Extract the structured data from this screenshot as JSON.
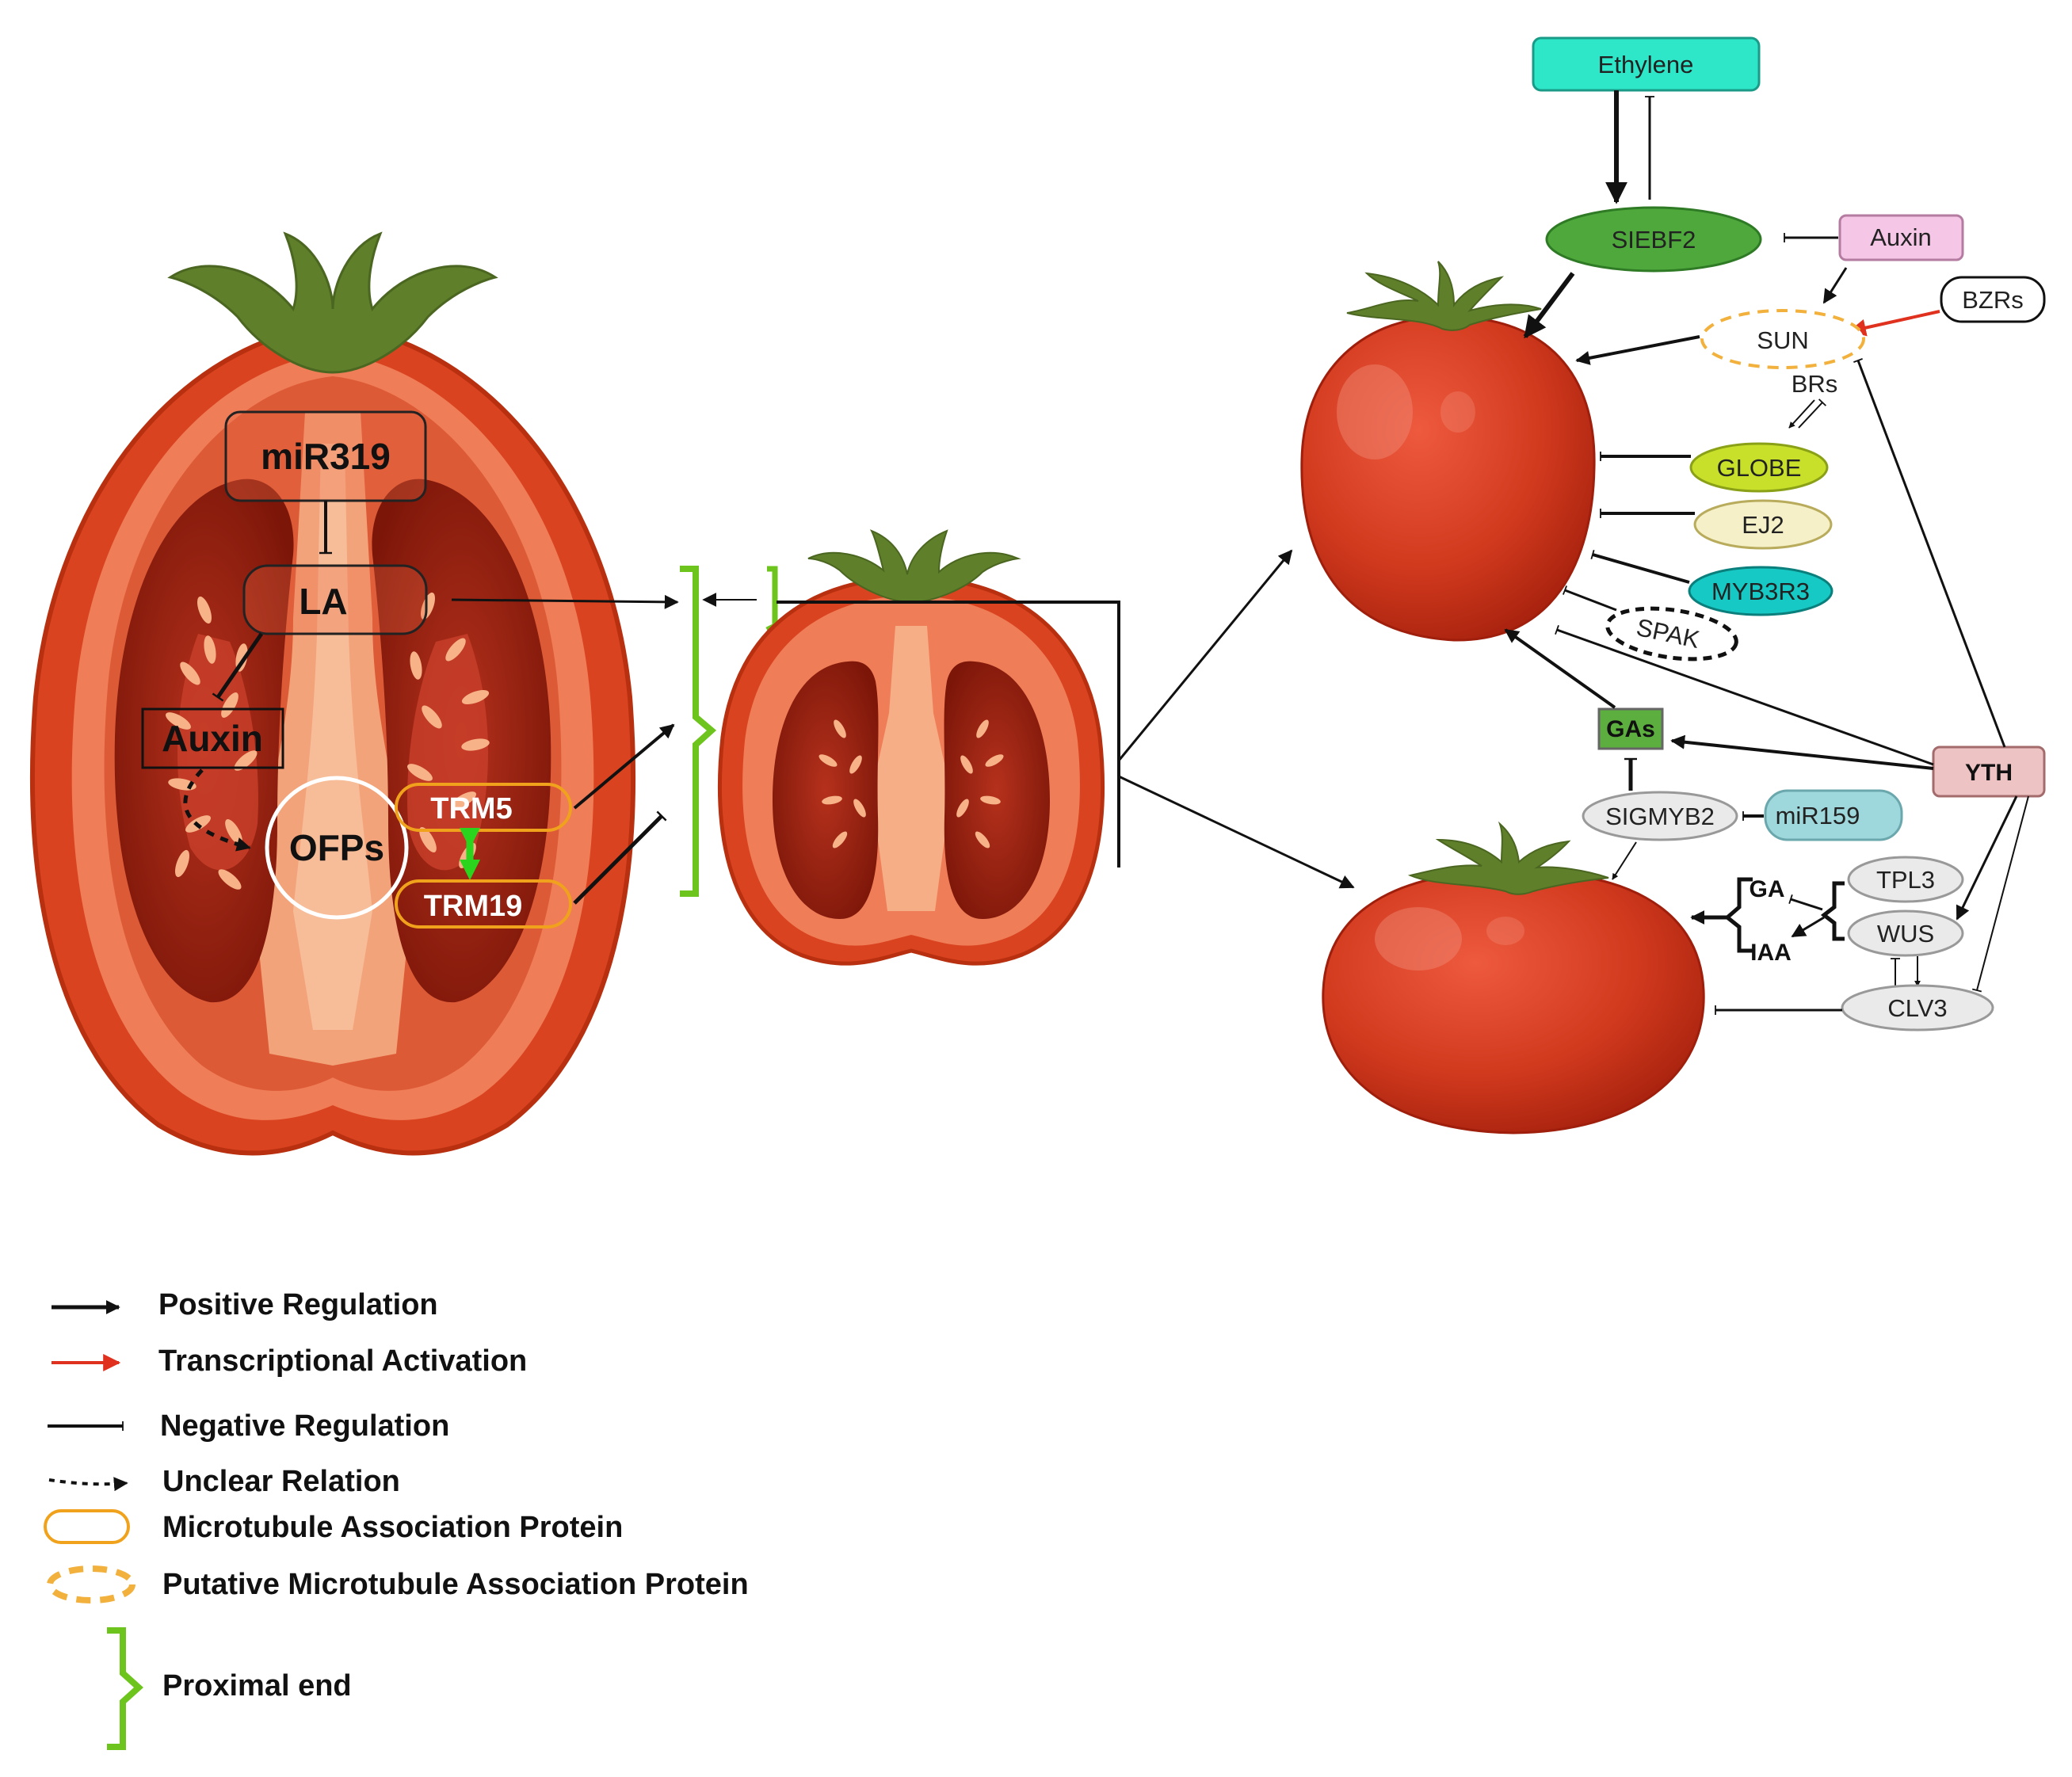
{
  "left_fruit": {
    "mir319": "miR319",
    "la": "LA",
    "auxin": "Auxin",
    "ofps": "OFPs",
    "trm5": "TRM5",
    "trm19": "TRM19"
  },
  "network": {
    "ethylene": "Ethylene",
    "siebf2": "SIEBF2",
    "auxin": "Auxin",
    "bzrs": "BZRs",
    "sun": "SUN",
    "brs": "BRs",
    "globe": "GLOBE",
    "ej2": "EJ2",
    "myb3r3": "MYB3R3",
    "spak": "SPAK",
    "gas": "GAs",
    "yth": "YTH",
    "sigmyb2": "SIGMYB2",
    "mir159": "miR159",
    "ga": "GA",
    "iaa": "IAA",
    "tpl3": "TPL3",
    "wus": "WUS",
    "clv3": "CLV3"
  },
  "legend": {
    "positive": "Positive Regulation",
    "transcriptional": "Transcriptional Activation",
    "negative": "Negative Regulation",
    "unclear": "Unclear Relation",
    "map": "Microtubule Association Protein",
    "putative_map": "Putative Microtubule Association Protein",
    "proximal": "Proximal end"
  },
  "colors": {
    "ethylene": "#2ee6c8",
    "siebf2": "#4ea83c",
    "auxin_pink": "#f6c6e6",
    "globe": "#c8e02a",
    "ej2": "#f5f0c8",
    "myb3r3": "#17c9c4",
    "gas": "#5cae3e",
    "yth": "#eec3c3",
    "mir159": "#9fd8dc",
    "grey_node": "#eaeaea",
    "sun_dash": "#f2b13c",
    "map_outline": "#f0a21c",
    "green_bracket": "#6cc41c",
    "trm_arrow": "#2bd51e",
    "red_arrow": "#e0301e",
    "tomato_red": "#d63a1f",
    "stem_green": "#5f7f2a"
  }
}
